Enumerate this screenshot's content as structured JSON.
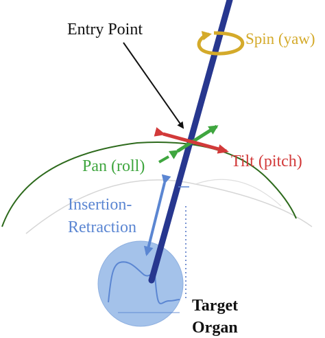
{
  "labels": {
    "entry_point": "Entry Point",
    "spin": "Spin (yaw)",
    "pan": "Pan (roll)",
    "tilt": "Tilt (pitch)",
    "insertion_line1": "Insertion-",
    "insertion_line2": "Retraction",
    "target_line1": "Target",
    "target_line2": "Organ"
  },
  "colors": {
    "needle": "#27378f",
    "skin_curve": "#2d6a1c",
    "inner_curve": "#d6d6d6",
    "spin": "#d4aa2a",
    "pan": "#3fa63f",
    "tilt": "#d23a3a",
    "insertion": "#5b86d2",
    "target_fill": "#a4c2ea",
    "target_line": "#5b86d2",
    "text_dark": "#111111"
  }
}
